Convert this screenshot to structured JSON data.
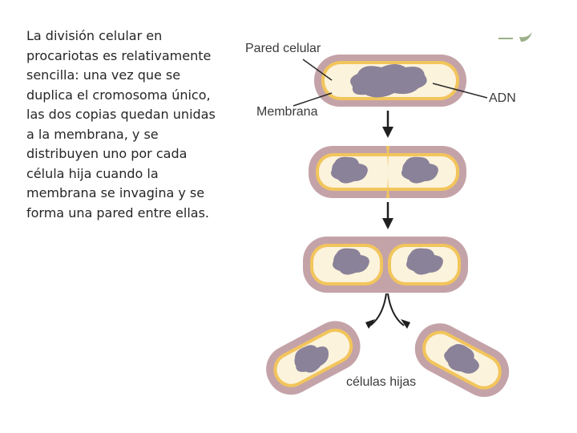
{
  "text": {
    "body": "La división celular en procariotas es relativamente sencilla: una vez que se duplica el cromosoma único, las dos copias quedan unidas a la membrana, y se distribuyen uno por cada célula hija cuando la membrana se invagina y se forma una pared entre ellas."
  },
  "diagram": {
    "labels": {
      "cell_wall": "Pared celular",
      "dna": "ADN",
      "membrane": "Membrana",
      "daughter_cells": "células hijas"
    },
    "colors": {
      "wall": "#c4a3a8",
      "membrane": "#f2c55c",
      "cytoplasm": "#fcf3dc",
      "dna": "#8a8299",
      "arrow": "#1f1f1f",
      "leaf": "#9bb08a"
    }
  }
}
